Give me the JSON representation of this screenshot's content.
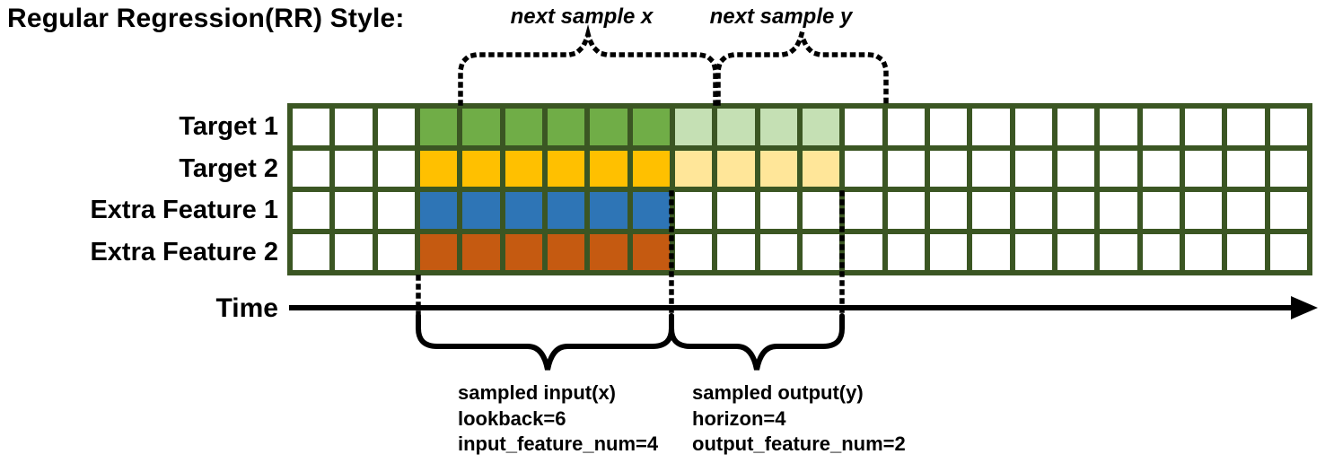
{
  "title": "Regular Regression(RR) Style:",
  "top_annotations": {
    "next_sample_x": "next sample x",
    "next_sample_y": "next sample y"
  },
  "grid": {
    "total_columns": 24,
    "input_start_col": 3,
    "lookback": 6,
    "horizon": 4,
    "border_color": "#3B5623",
    "empty_cell_color": "#FFFFFF",
    "rows": [
      {
        "label": "Target 1",
        "input_color": "#70AD47",
        "output_color": "#C5E0B4"
      },
      {
        "label": "Target 2",
        "input_color": "#FFC000",
        "output_color": "#FFE699"
      },
      {
        "label": "Extra Feature 1",
        "input_color": "#2E75B6",
        "output_color": null
      },
      {
        "label": "Extra Feature 2",
        "input_color": "#C55A11",
        "output_color": null
      }
    ]
  },
  "time_axis": {
    "label": "Time"
  },
  "bottom_annotations": {
    "input": {
      "lines": [
        "sampled input(x)",
        "lookback=6",
        "input_feature_num=4"
      ]
    },
    "output": {
      "lines": [
        "sampled output(y)",
        "horizon=4",
        "output_feature_num=2"
      ]
    }
  },
  "line_color": "#000000"
}
